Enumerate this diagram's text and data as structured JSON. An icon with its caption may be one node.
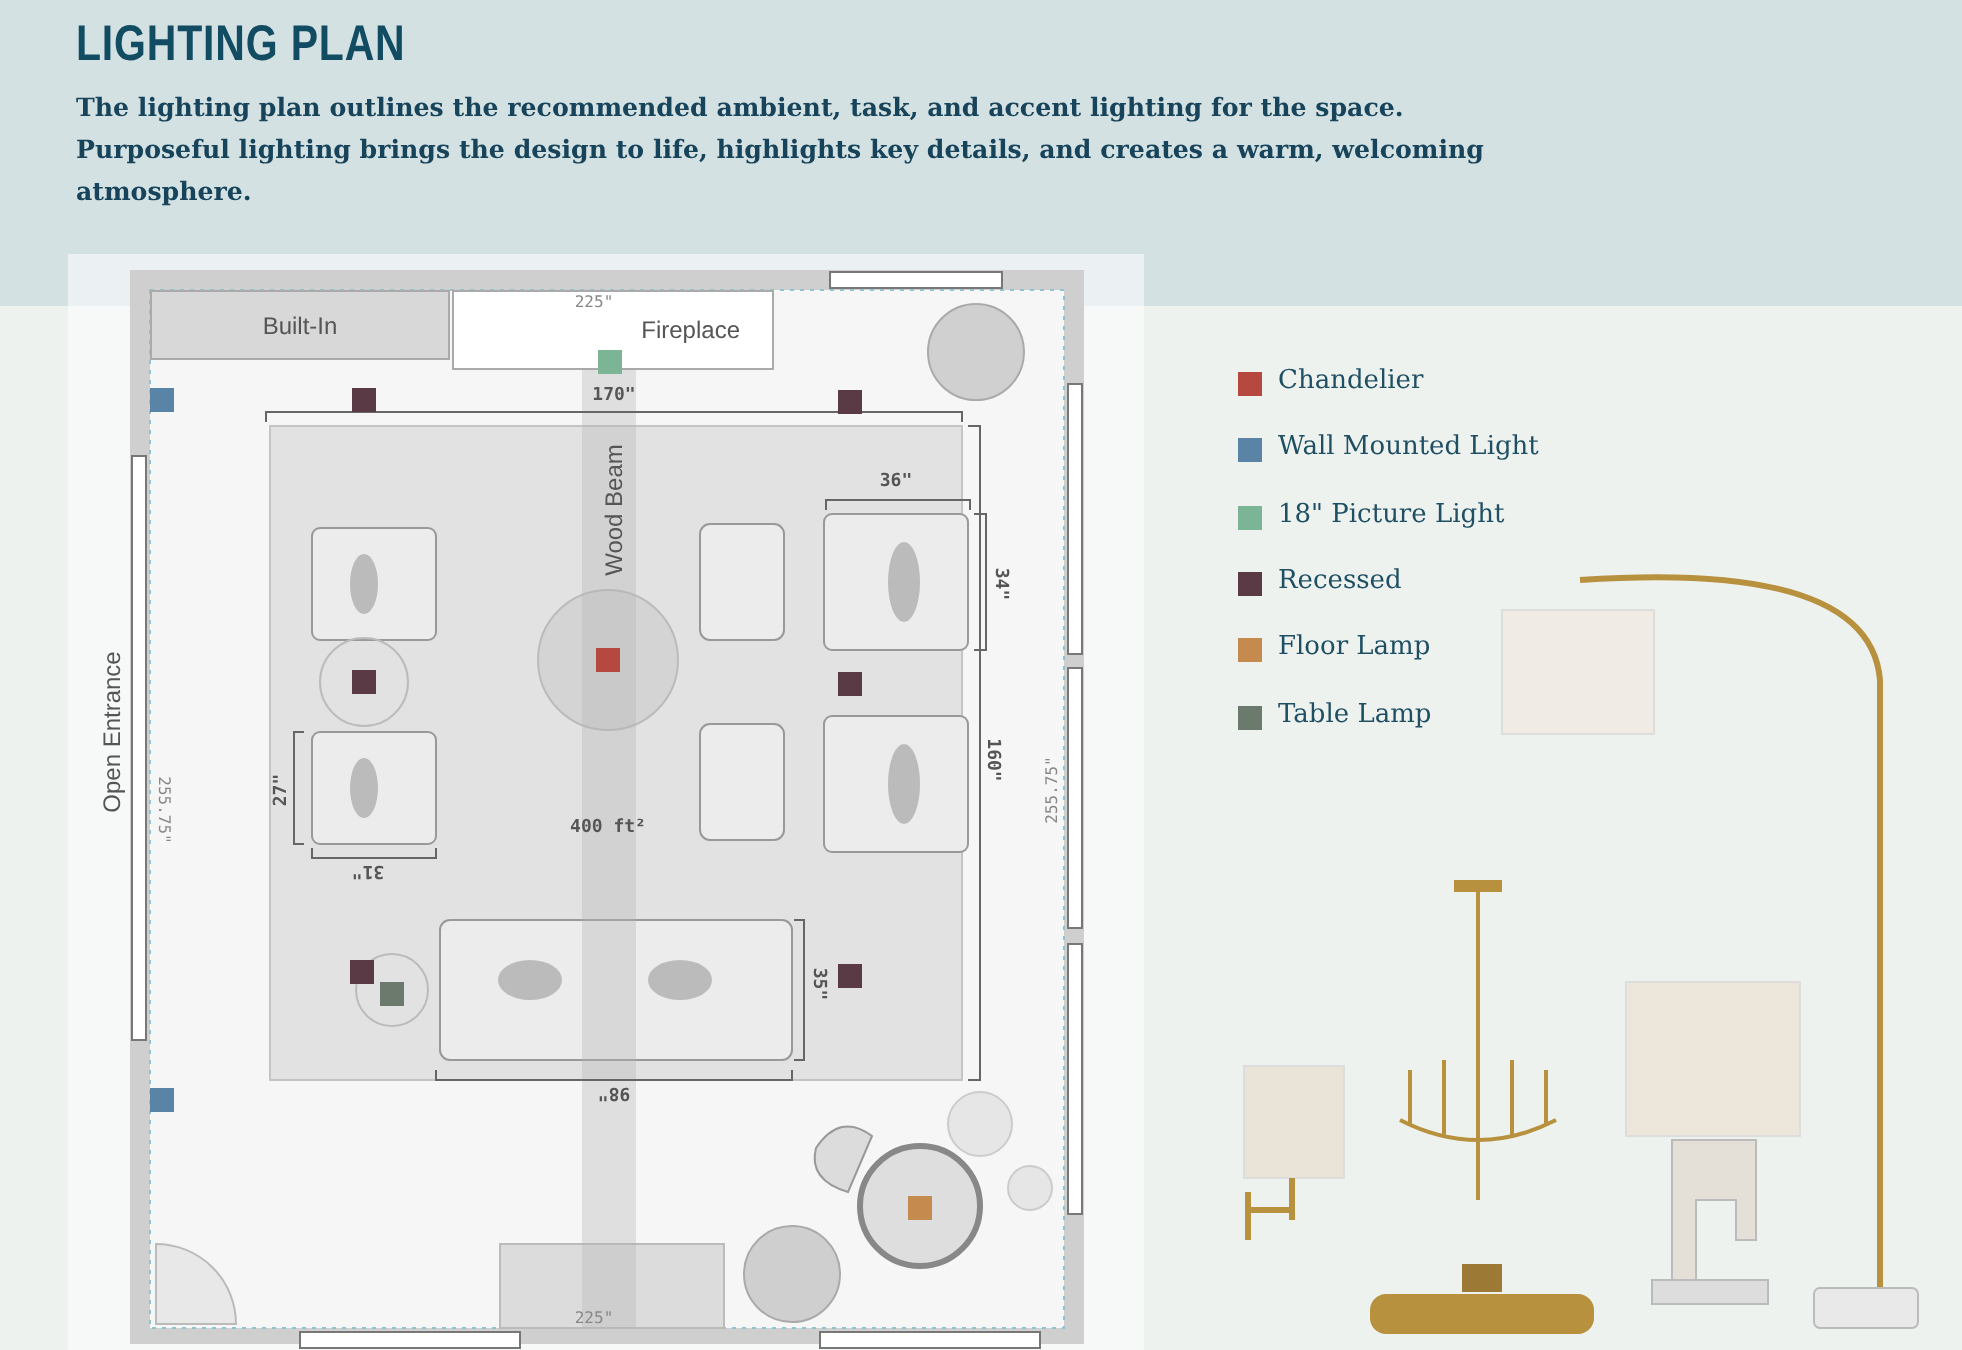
{
  "diagram": {
    "title": "LIGHTING PLAN",
    "caption": "The lighting plan outlines the recommended ambient, task, and accent lighting for the space. Purposeful lighting brings the design to life, highlights key details, and creates a warm, welcoming atmosphere.",
    "nodes": [
      {
        "text": [
          "Built-In"
        ]
      },
      {
        "text": [
          "Fireplace"
        ]
      }
    ],
    "labels": [
      "225\"",
      "170\"",
      "Wood Beam",
      "36\"",
      "34\"",
      "Open Entrance",
      "27\"",
      "160\"",
      "255.75\"",
      "255.75\"",
      "31\"",
      "400 ft²",
      "35\"",
      "98\"",
      "225\""
    ],
    "legend": [
      {
        "text": "Chandelier",
        "color": "#b5483f"
      },
      {
        "text": "Wall Mounted Light",
        "color": "#5a84a6"
      },
      {
        "text": "18\" Picture Light",
        "color": "#7bb596"
      },
      {
        "text": "Recessed",
        "color": "#5a3a44"
      },
      {
        "text": "Floor Lamp",
        "color": "#c48a4e"
      },
      {
        "text": "Table Lamp",
        "color": "#6b7a6d"
      }
    ]
  }
}
